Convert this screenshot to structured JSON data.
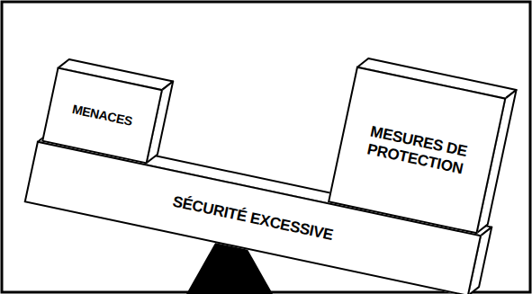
{
  "diagram": {
    "nodes": [
      {
        "text": [
          "MENACES"
        ]
      },
      {
        "text": [
          "MESURES DE PROTECTION"
        ]
      },
      {
        "text": [
          "SÉCURITÉ EXCESSIVE"
        ]
      }
    ]
  }
}
